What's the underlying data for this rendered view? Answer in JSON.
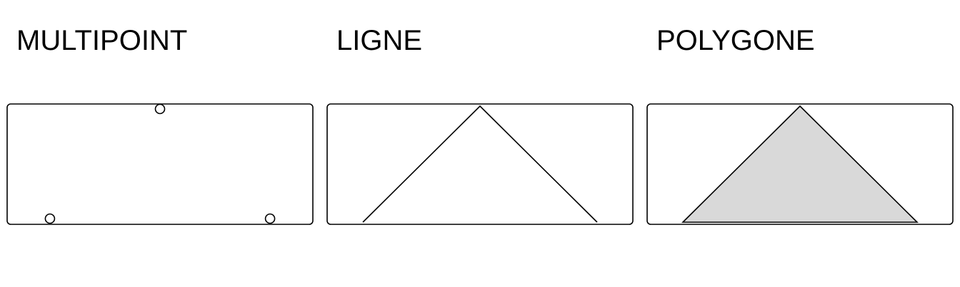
{
  "panels": [
    {
      "title": "MULTIPOINT",
      "geometry": "points",
      "points": [
        [
          0.14,
          0.0
        ],
        [
          0.5,
          1.0
        ],
        [
          0.86,
          0.0
        ]
      ]
    },
    {
      "title": "LIGNE",
      "geometry": "line",
      "points": [
        [
          0.0,
          0.0
        ],
        [
          0.5,
          1.0
        ],
        [
          1.0,
          0.0
        ]
      ]
    },
    {
      "title": "POLYGONE",
      "geometry": "polygon",
      "points": [
        [
          0.0,
          0.0
        ],
        [
          0.5,
          1.0
        ],
        [
          1.0,
          0.0
        ],
        [
          0.0,
          0.0
        ]
      ],
      "fill": "#d9d9d9"
    }
  ],
  "colors": {
    "stroke": "#000000",
    "background": "#ffffff"
  }
}
